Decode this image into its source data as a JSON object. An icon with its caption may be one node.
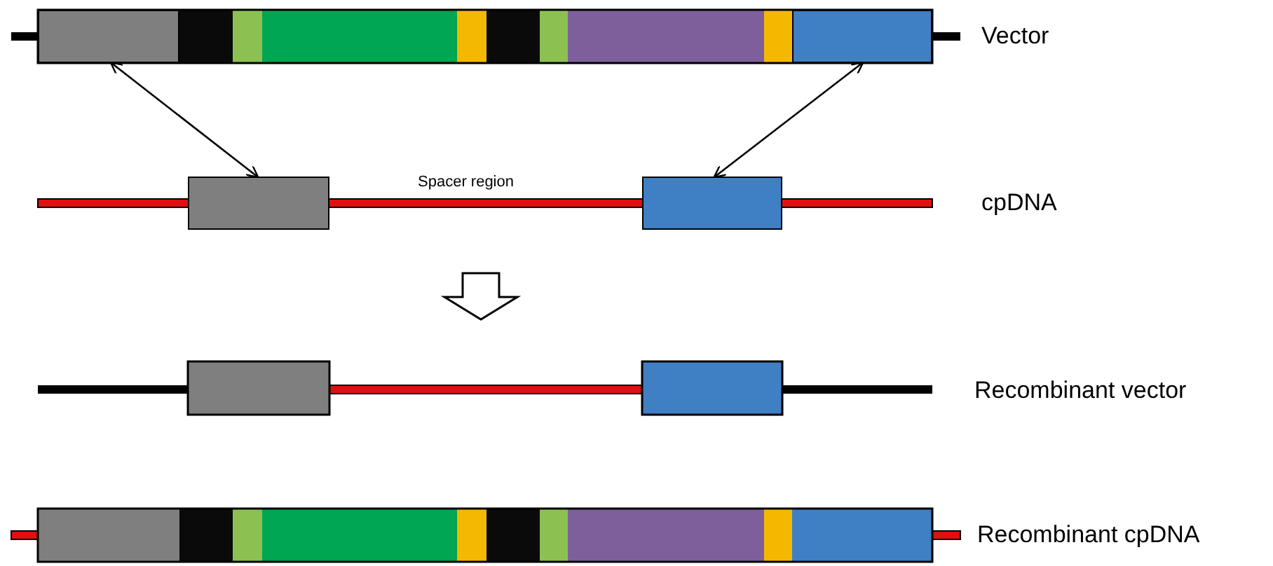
{
  "diagram": {
    "nodes": [
      {
        "text": [],
        "shape": "box"
      },
      {
        "text": [],
        "shape": "box"
      },
      {
        "text": [],
        "shape": "box"
      },
      {
        "text": [],
        "shape": "box"
      }
    ],
    "edges": [
      {
        "from": 0,
        "to": 2,
        "arrow": "both"
      },
      {
        "from": 1,
        "to": 3,
        "arrow": "both"
      }
    ],
    "labels": [
      "Vector",
      "Spacer region",
      "cpDNA",
      "Recombinant vector",
      "Recombinant cpDNA"
    ]
  }
}
